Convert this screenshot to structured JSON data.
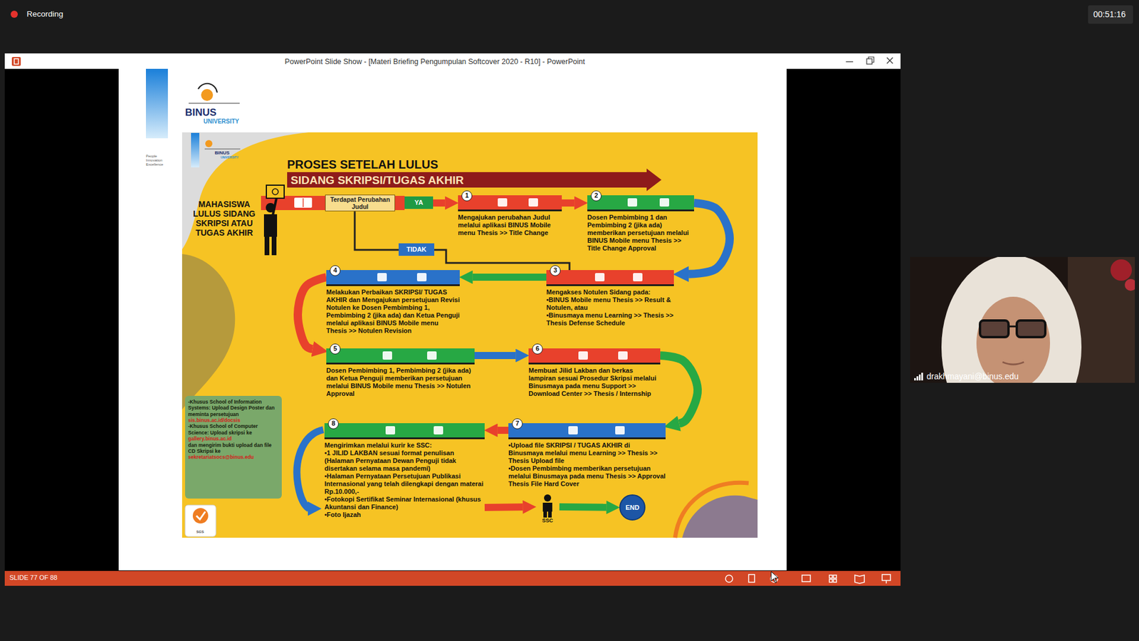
{
  "diagram": {
    "title": "PROSES SETELAH LULUS",
    "nodes": [
      {
        "text": [
          "MAHASISWA LULUS SIDANG SKRIPSI ATAU TUGAS AKHIR"
        ]
      },
      {
        "text": [
          "Terdapat Perubahan Judul"
        ]
      },
      {
        "text": [
          "YA"
        ]
      },
      {
        "text": [
          "TIDAK"
        ]
      },
      {
        "text": [
          "1",
          "Mengajukan perubahan Judul melalui aplikasi BINUS Mobile menu Thesis >> Title Change"
        ]
      },
      {
        "text": [
          "2",
          "Dosen Pembimbing 1 dan Pembimbing 2 (jika ada) memberikan persetujuan melalui BINUS Mobile menu Thesis >> Title Change Approval"
        ]
      },
      {
        "text": [
          "3",
          "Mengakses Notulen Sidang pada:",
          "•BINUS Mobile menu Thesis >> Result & Notulen, atau",
          "•Binusmaya menu Learning >> Thesis >> Thesis Defense Schedule"
        ]
      },
      {
        "text": [
          "4",
          "Melakukan Perbaikan SKRIPSI/ TUGAS AKHIR dan Mengajukan persetujuan Revisi Notulen ke Dosen Pembimbing 1, Pembimbing 2 (jika ada) dan Ketua Penguji melalui aplikasi BINUS Mobile menu Thesis >> Notulen Revision"
        ]
      },
      {
        "text": [
          "5",
          "Dosen Pembimbing 1, Pembimbing 2 (jika ada) dan Ketua Penguji memberikan persetujuan melalui BINUS Mobile menu Thesis >> Notulen Approval"
        ]
      },
      {
        "text": [
          "6",
          "Membuat Jilid Lakban dan berkas lampiran sesuai Prosedur Skripsi melalui Binusmaya pada menu Support >> Download Center >> Thesis / Internship"
        ]
      },
      {
        "text": [
          "7",
          "•Upload file SKRIPSI / TUGAS AKHIR di Binusmaya melalui menu Learning >> Thesis >> Thesis Upload file",
          "•Dosen Pembimbing memberikan persetujuan melalui Binusmaya pada menu Thesis >> Approval Thesis File Hard Cover"
        ]
      },
      {
        "text": [
          "8",
          "Mengirimkan melalui kurir ke SSC:",
          "•1 JILID LAKBAN sesuai format penulisan (Halaman Pernyataan Dewan Penguji tidak disertakan selama masa pandemi)",
          "•Halaman Pernyataan Persetujuan Publikasi Internasional yang telah dilengkapi dengan materai Rp.10.000,-",
          "•Fotokopi Sertifikat Seminar Internasional (khusus Akuntansi dan Finance)",
          "•Foto Ijazah"
        ]
      },
      {
        "text": [
          "SSC"
        ]
      },
      {
        "text": [
          "END"
        ]
      },
      {
        "text": [
          "-Khusus School of Information Systems: Upload Design Poster dan meminta persetujuan",
          "sis.binus.ac.id/docsis",
          "-Khusus School of Computer Science: Upload skripsi ke",
          "gallery.binus.ac.id",
          "dan mengirim bukti upload dan file CD Skripsi ke",
          "sekretariatsocs@binus.edu"
        ]
      }
    ],
    "edges": [
      {
        "from": 0,
        "to": 1,
        "arrow": "none"
      },
      {
        "from": 1,
        "to": 2,
        "arrow": "none"
      },
      {
        "from": 1,
        "to": 3,
        "arrow": "none"
      },
      {
        "from": 2,
        "to": 4,
        "arrow": "to"
      },
      {
        "from": 3,
        "to": 6,
        "arrow": "none"
      },
      {
        "from": 4,
        "to": 5,
        "arrow": "to"
      },
      {
        "from": 5,
        "to": 6,
        "arrow": "to"
      },
      {
        "from": 6,
        "to": 7,
        "arrow": "to"
      },
      {
        "from": 7,
        "to": 8,
        "arrow": "to"
      },
      {
        "from": 8,
        "to": 9,
        "arrow": "to"
      },
      {
        "from": 9,
        "to": 10,
        "arrow": "to"
      },
      {
        "from": 10,
        "to": 11,
        "arrow": "to"
      },
      {
        "from": 11,
        "to": 12,
        "arrow": "to"
      },
      {
        "from": 12,
        "to": 13,
        "arrow": "to"
      }
    ],
    "labels": [
      "Recording",
      "00:51:16",
      "PowerPoint Slide Show - [Materi Briefing Pengumpulan Softcover 2020 - R10] - PowerPoint",
      "BINUS",
      "UNIVERSITY",
      "People Innovation Excellence",
      "BINUS",
      "UNIVERSITY",
      "SIDANG SKRIPSI/TUGAS AKHIR",
      "SGS",
      "SLIDE 77 OF 88",
      "drakhmayani@binus.edu"
    ]
  }
}
